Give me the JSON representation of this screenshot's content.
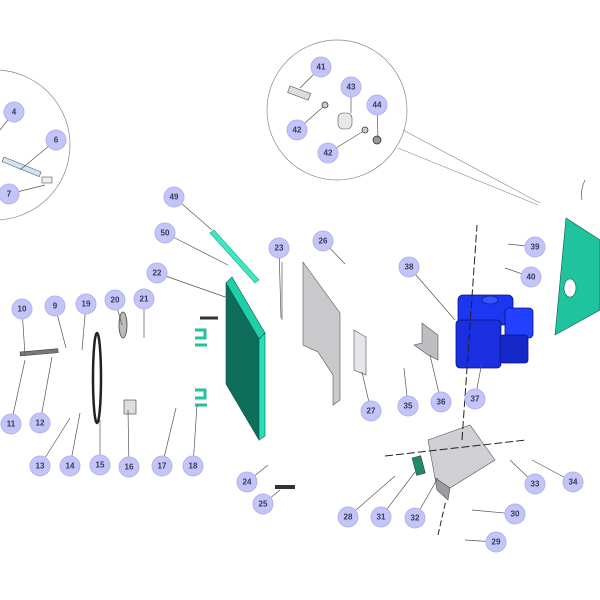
{
  "diagram": {
    "type": "exploded-parts-view",
    "colors": {
      "callout": "#c3c4f7",
      "panel_green": "#1fb894",
      "engine_blue": "#1a2fe0",
      "sheet_gray": "#c9c9cc"
    },
    "callouts": [
      "4",
      "6",
      "7",
      "49",
      "50",
      "22",
      "23",
      "26",
      "10",
      "9",
      "19",
      "20",
      "21",
      "11",
      "12",
      "13",
      "14",
      "15",
      "16",
      "17",
      "18",
      "24",
      "25",
      "41",
      "43",
      "44",
      "42",
      "42",
      "38",
      "39",
      "40",
      "27",
      "35",
      "36",
      "37",
      "33",
      "34",
      "28",
      "31",
      "32",
      "30",
      "29"
    ]
  }
}
